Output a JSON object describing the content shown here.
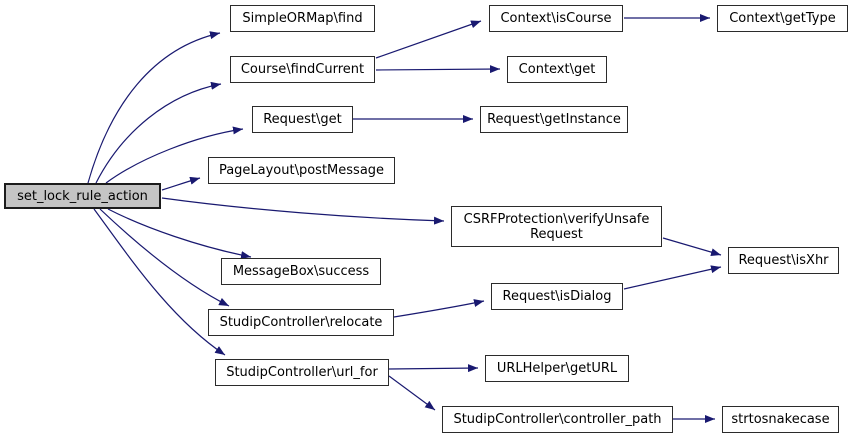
{
  "graph": {
    "title": "set_lock_rule_action call graph",
    "type": "call-graph",
    "colors": {
      "edge": "#191970",
      "node_border": "#2b2b2b",
      "node_fill": "#ffffff",
      "root_fill": "#c4c4c4",
      "text": "#000000",
      "background": "#ffffff"
    },
    "nodes": {
      "root": {
        "label": "set_lock_rule_action"
      },
      "simpleormap_find": {
        "label": "SimpleORMap\\find"
      },
      "course_findcurrent": {
        "label": "Course\\findCurrent"
      },
      "context_iscourse": {
        "label": "Context\\isCourse"
      },
      "context_gettype": {
        "label": "Context\\getType"
      },
      "context_get": {
        "label": "Context\\get"
      },
      "request_get": {
        "label": "Request\\get"
      },
      "request_getinstance": {
        "label": "Request\\getInstance"
      },
      "pagelayout_postmessage": {
        "label": "PageLayout\\postMessage"
      },
      "csrf_verifyunsaferequest": {
        "label": "CSRFProtection\\verifyUnsafe",
        "label2": "Request"
      },
      "request_isxhr": {
        "label": "Request\\isXhr"
      },
      "messagebox_success": {
        "label": "MessageBox\\success"
      },
      "studipcontroller_relocate": {
        "label": "StudipController\\relocate"
      },
      "request_isdialog": {
        "label": "Request\\isDialog"
      },
      "studipcontroller_url_for": {
        "label": "StudipController\\url_for"
      },
      "urlhelper_geturl": {
        "label": "URLHelper\\getURL"
      },
      "studipcontroller_controller_path": {
        "label": "StudipController\\controller_path"
      },
      "strtosnakecase": {
        "label": "strtosnakecase"
      }
    },
    "edges": [
      {
        "from": "set_lock_rule_action",
        "to": "SimpleORMap\\find"
      },
      {
        "from": "set_lock_rule_action",
        "to": "Course\\findCurrent"
      },
      {
        "from": "set_lock_rule_action",
        "to": "Request\\get"
      },
      {
        "from": "set_lock_rule_action",
        "to": "PageLayout\\postMessage"
      },
      {
        "from": "set_lock_rule_action",
        "to": "CSRFProtection\\verifyUnsafeRequest"
      },
      {
        "from": "set_lock_rule_action",
        "to": "MessageBox\\success"
      },
      {
        "from": "set_lock_rule_action",
        "to": "StudipController\\relocate"
      },
      {
        "from": "set_lock_rule_action",
        "to": "StudipController\\url_for"
      },
      {
        "from": "Course\\findCurrent",
        "to": "Context\\isCourse"
      },
      {
        "from": "Course\\findCurrent",
        "to": "Context\\get"
      },
      {
        "from": "Context\\isCourse",
        "to": "Context\\getType"
      },
      {
        "from": "Request\\get",
        "to": "Request\\getInstance"
      },
      {
        "from": "CSRFProtection\\verifyUnsafeRequest",
        "to": "Request\\isXhr"
      },
      {
        "from": "Request\\isDialog",
        "to": "Request\\isXhr"
      },
      {
        "from": "StudipController\\relocate",
        "to": "Request\\isDialog"
      },
      {
        "from": "StudipController\\url_for",
        "to": "URLHelper\\getURL"
      },
      {
        "from": "StudipController\\url_for",
        "to": "StudipController\\controller_path"
      },
      {
        "from": "StudipController\\controller_path",
        "to": "strtosnakecase"
      }
    ]
  }
}
